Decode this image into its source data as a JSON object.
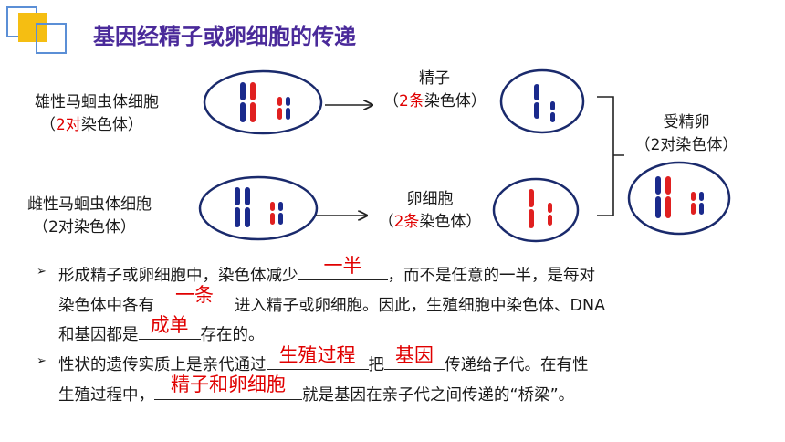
{
  "title": "基因经精子或卵细胞的传递",
  "male": {
    "name": "雄性马蛔虫体细胞",
    "chromo_open": "（",
    "chromo_num": "2对",
    "chromo_rest": "染色体）"
  },
  "female": {
    "name": "雌性马蛔虫体细胞",
    "chromo": "（2对染色体）"
  },
  "sperm": {
    "name": "精子",
    "open": "（",
    "num": "2条",
    "rest": "染色体）"
  },
  "egg": {
    "name": "卵细胞",
    "open": "（",
    "num": "2条",
    "rest": "染色体）"
  },
  "zygote": {
    "name": "受精卵",
    "chromo": "（2对染色体）"
  },
  "p1": {
    "l1a": "形成精子或卵细胞中，染色体减少",
    "a1": "一半",
    "l1b": "，而不是任意的一半，是每对",
    "l2a": "染色体中各有",
    "a2": "一条",
    "l2b": "进入精子或卵细胞。因此，生殖细胞中染色体、DNA",
    "l3a": "和基因都是",
    "a3": "成单",
    "l3b": "存在的。"
  },
  "p2": {
    "l1a": "性状的遗传实质上是亲代通过",
    "a1": "生殖过程",
    "l1b": "把",
    "a2": "基因",
    "l1c": "传递给子代。在有性",
    "l2a": "生殖过程中，",
    "a3": "精子和卵细胞",
    "l2b": "就是基因在亲子代之间传递的“桥梁”。"
  },
  "colors": {
    "title": "#4a2a9a",
    "answer": "#e00000",
    "chromo_red": "#e02020",
    "chromo_blue": "#1a2a8c",
    "cell": "#1a2a6c"
  }
}
